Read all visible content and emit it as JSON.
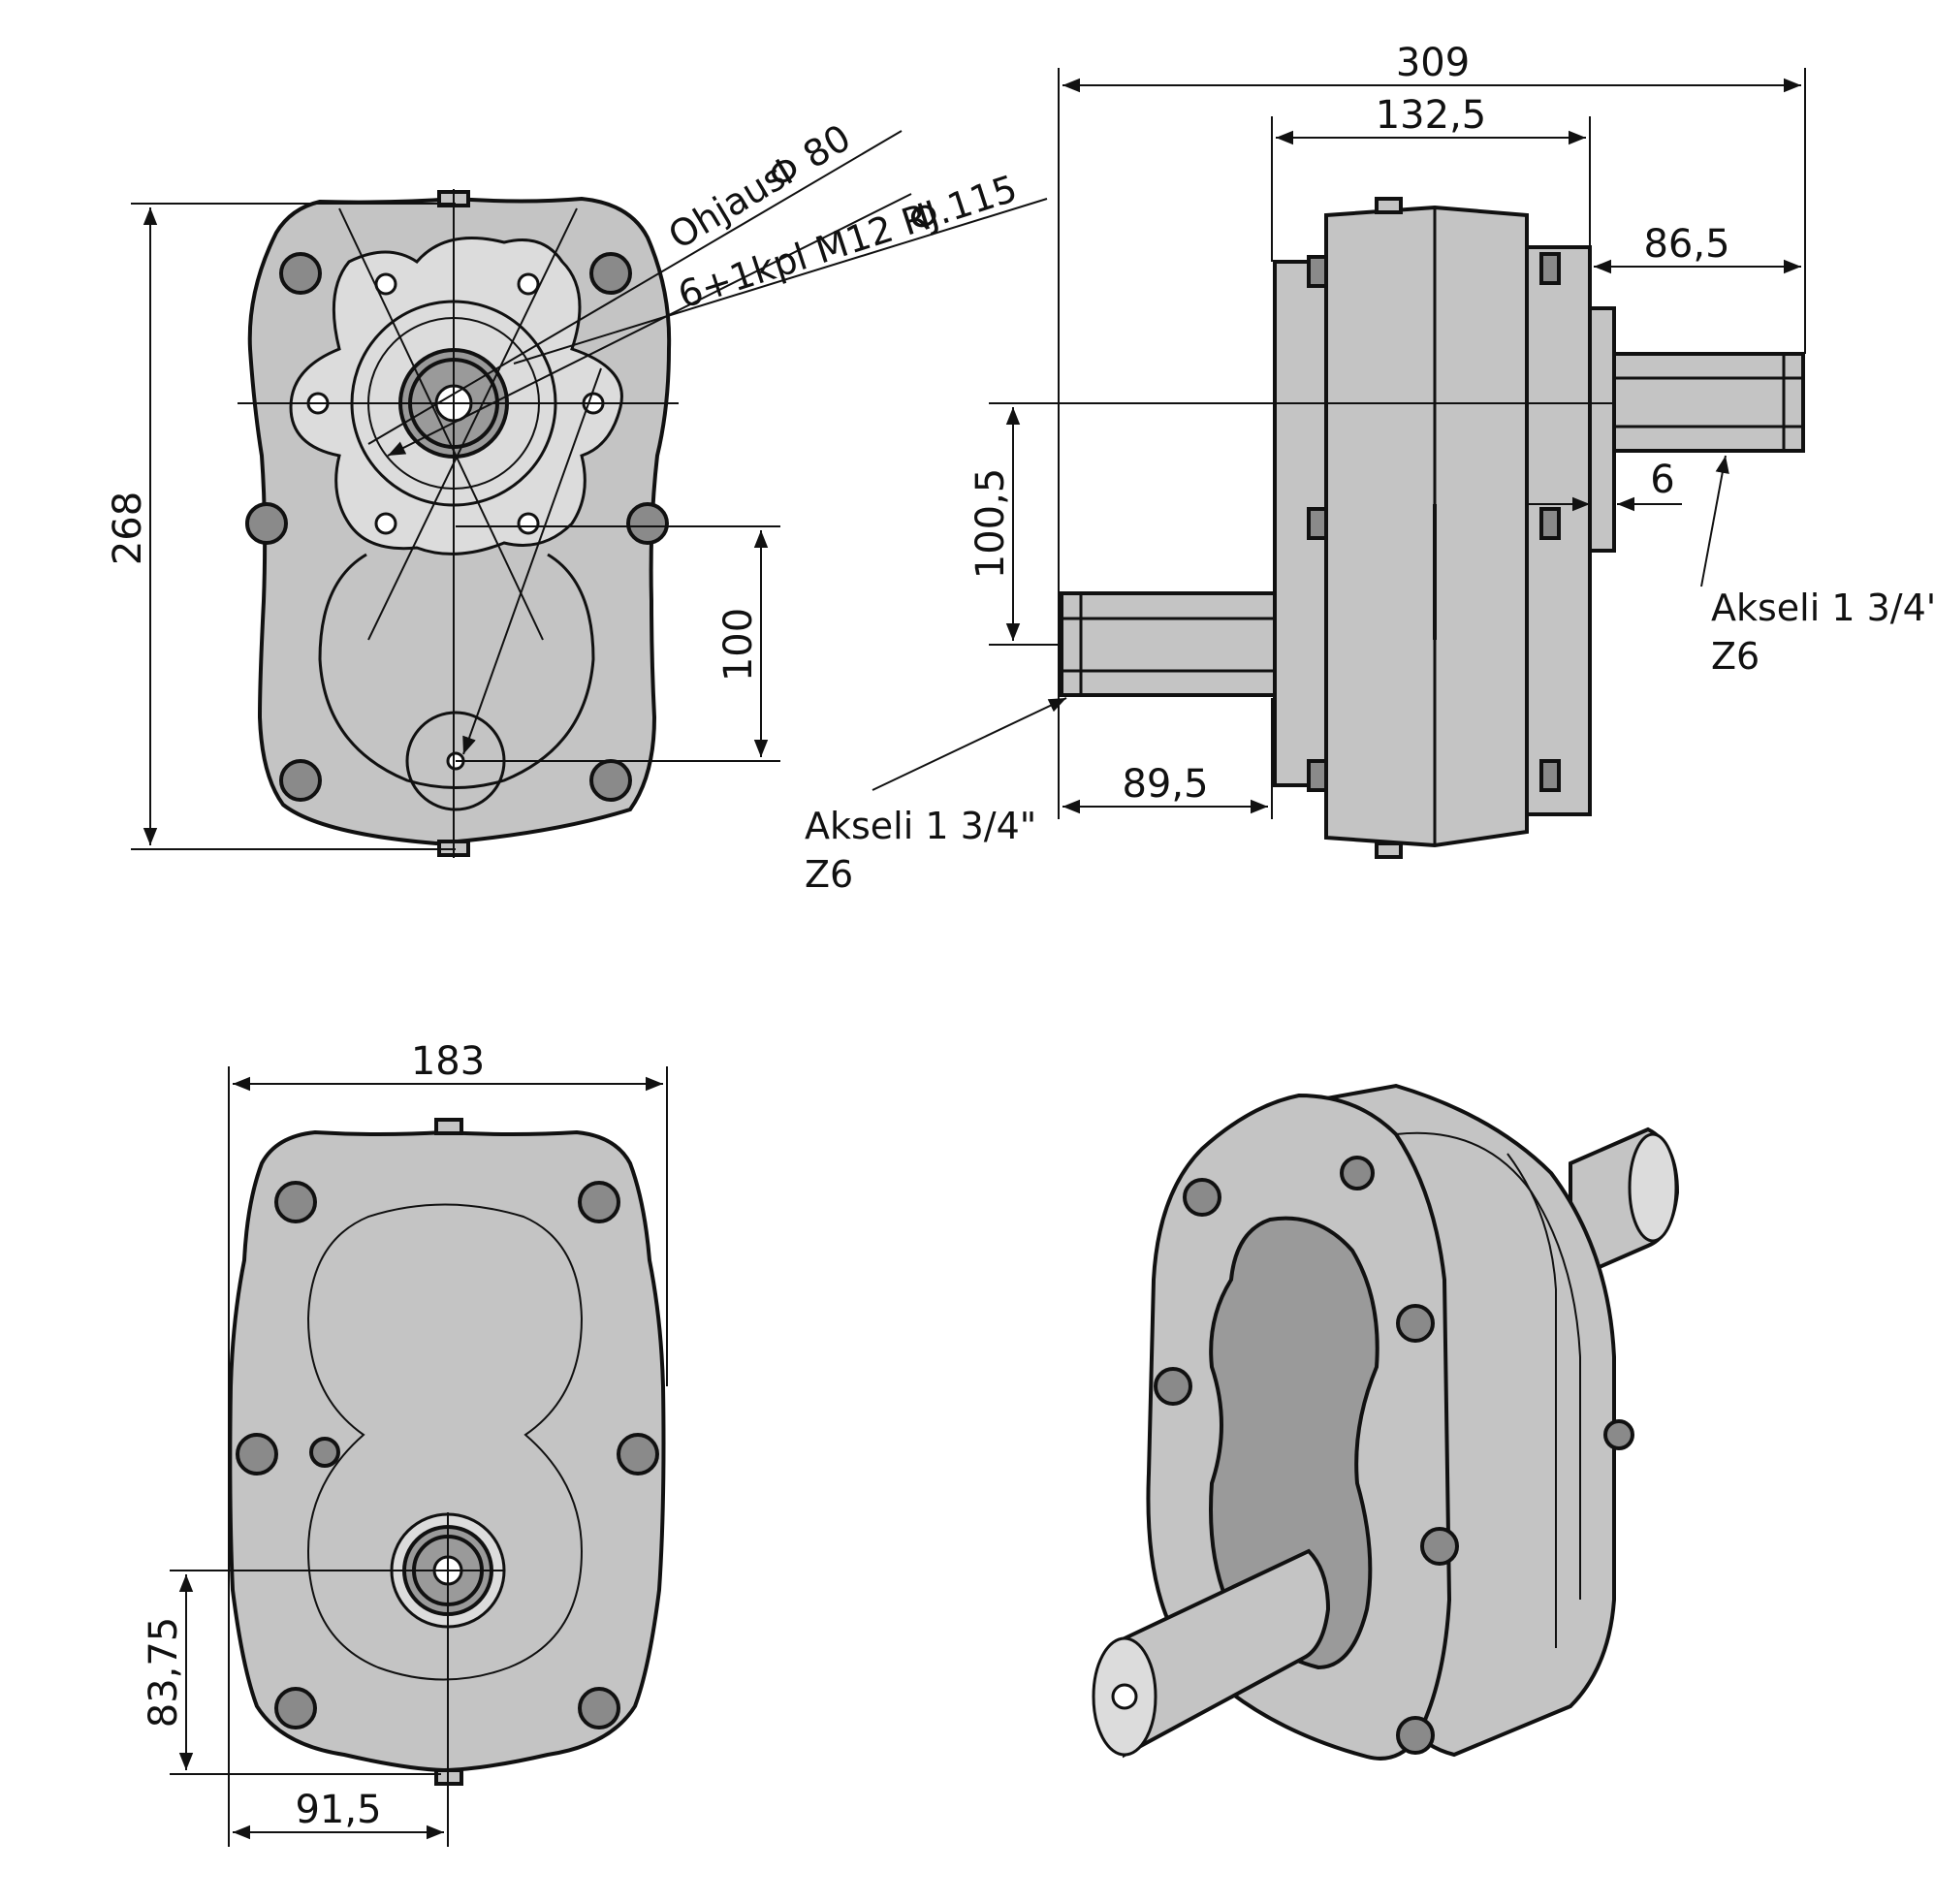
{
  "front_view": {
    "height_dim": "268",
    "pilot_label": "Ohjaus",
    "pilot_dia": "Φ 80",
    "bolt_circle_label": "6+1kpl M12 RJ.",
    "bolt_circle_dia": "Φ 115",
    "shaft_offset_dim": "100"
  },
  "side_view": {
    "overall_length_dim": "309",
    "body_length_dim": "132,5",
    "output_shaft_dim": "86,5",
    "shaft_height_dim": "100,5",
    "flange_dim": "6",
    "input_shaft_dim": "89,5",
    "output_shaft_label_line1": "Akseli 1 3/4\"",
    "output_shaft_label_line2": "Z6",
    "input_shaft_label_line1": "Akseli 1 3/4\"",
    "input_shaft_label_line2": "Z6"
  },
  "rear_view": {
    "width_dim": "183",
    "shaft_height_dim": "83,75",
    "shaft_offset_dim": "91,5"
  },
  "colors": {
    "housing": "#c4c4c4",
    "housing_dark": "#9a9a9a",
    "line": "#111111",
    "background": "#ffffff"
  }
}
